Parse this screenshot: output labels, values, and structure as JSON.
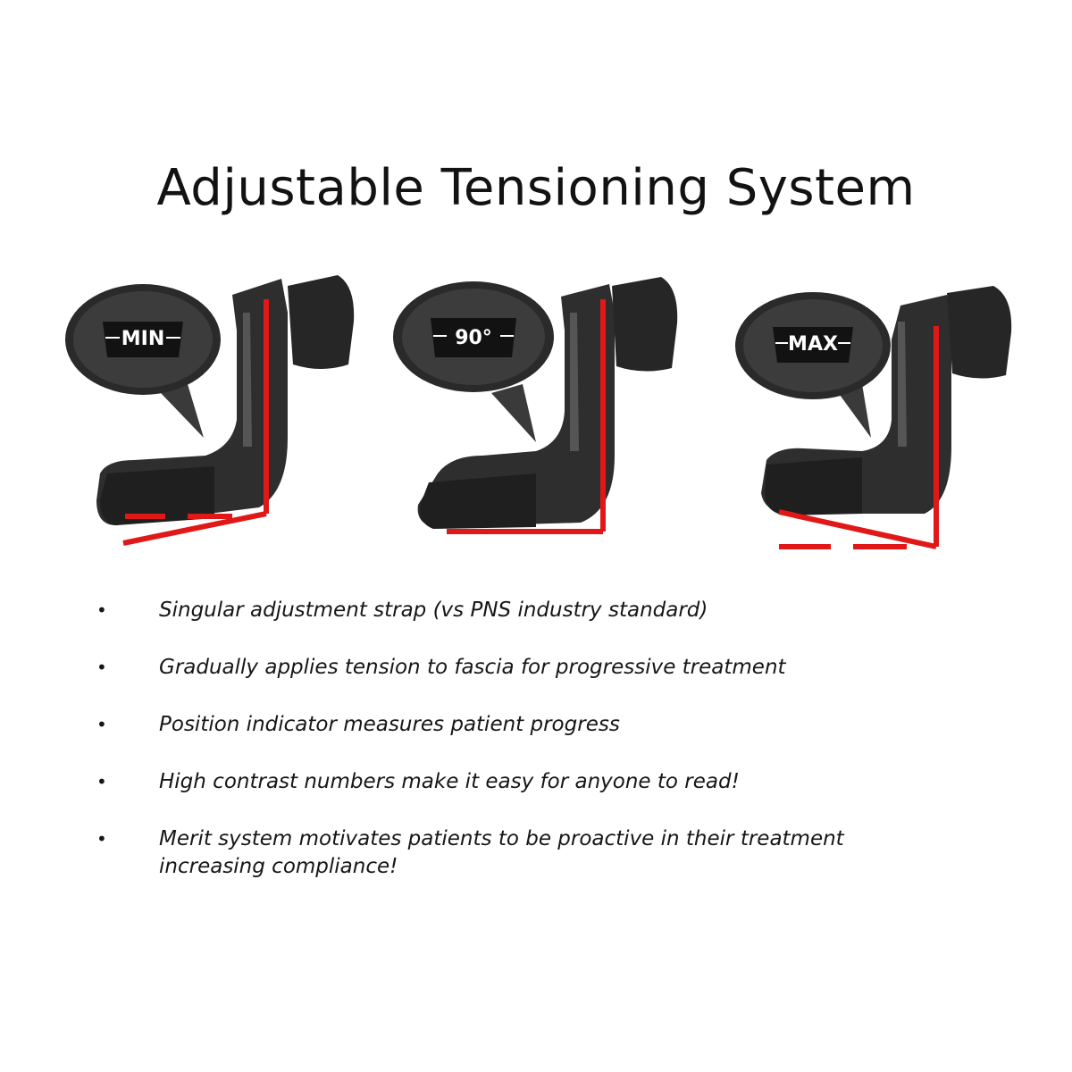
{
  "title": "Adjustable Tensioning System",
  "braces": [
    {
      "dial_label": "MIN",
      "icon": "brace-boot-icon",
      "angle_state": "plantarflexed"
    },
    {
      "dial_label": "90°",
      "icon": "brace-boot-icon",
      "angle_state": "neutral"
    },
    {
      "dial_label": "MAX",
      "icon": "brace-boot-icon",
      "angle_state": "dorsiflexed"
    }
  ],
  "bullet_symbol": "•",
  "bullets": [
    "Singular adjustment strap (vs PNS industry standard)",
    "Gradually applies tension to fascia for progressive treatment",
    "Position indicator measures patient progress",
    "High contrast numbers make it easy for anyone to read!",
    "Merit system motivates patients to be proactive in their treatment increasing compliance!"
  ],
  "colors": {
    "accent_line": "#e01818",
    "brace": "#2e2e2e",
    "dial_face": "#3a3a3a",
    "background": "#ffffff"
  }
}
